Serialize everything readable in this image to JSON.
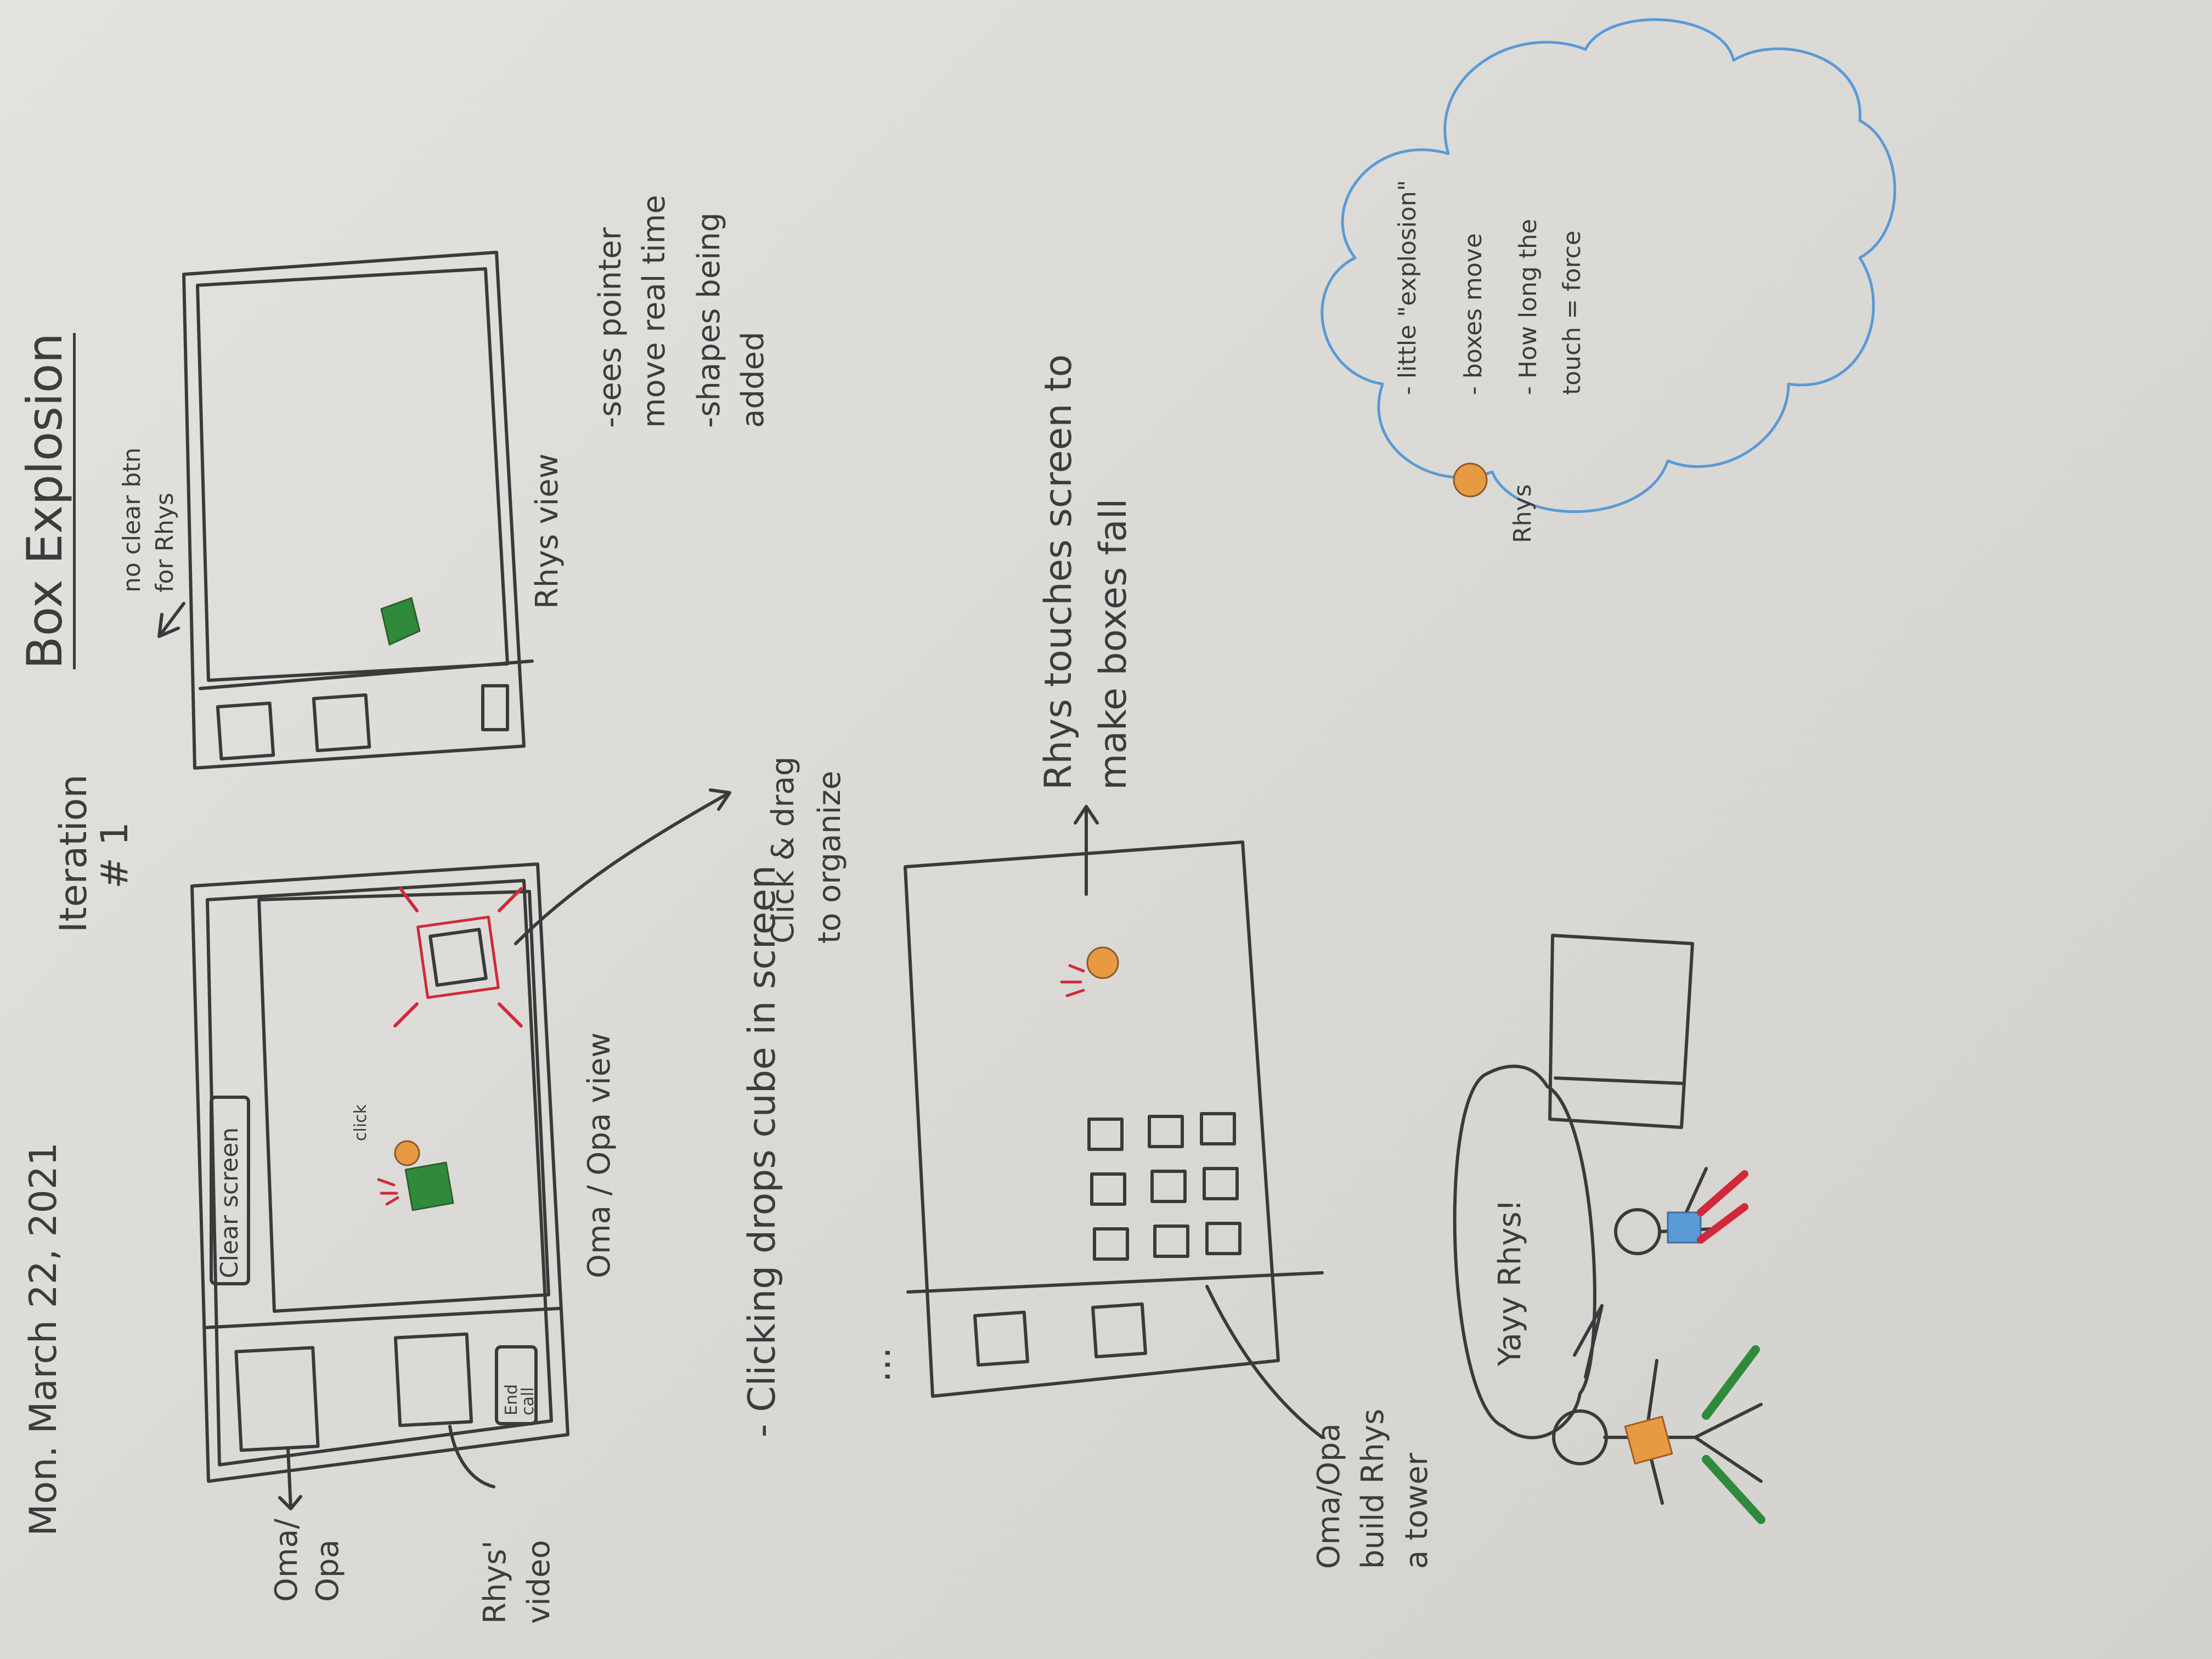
{
  "header": {
    "date": "Mon. March 22, 2021",
    "iteration": "Iteration",
    "iteration_no": "# 1",
    "title": "Box Explosion"
  },
  "sketch1": {
    "clear_button": "Clear screen",
    "end_call_line1": "End",
    "end_call_line2": "call",
    "click_text": "click",
    "view_label": "Oma / Opa view",
    "note_clicking": "- Clicking drops cube in screen",
    "note_drag_line1": "Click & drag",
    "note_drag_line2": "to organize",
    "oma_label_line1": "Oma/",
    "oma_label_line2": "Opa",
    "rhys_video_line1": "Rhys'",
    "rhys_video_line2": "video"
  },
  "sketch2": {
    "view_label": "Rhys view",
    "no_clear_line1": "no clear btn",
    "no_clear_line2": "for Rhys",
    "note1_line1": "-sees pointer",
    "note1_line2": "move real time",
    "note2_line1": "-shapes being",
    "note2_line2": "added"
  },
  "ellipsis": "...",
  "sketch3": {
    "caption_line1": "Oma/Opa",
    "caption_line2": "build Rhys",
    "caption_line3": "a tower",
    "touch_line1": "Rhys touches screen to",
    "touch_line2": "make boxes fall"
  },
  "cloud": {
    "rhys_label": "Rhys",
    "note1": "- little \"explosion\"",
    "note2": "- boxes move",
    "note3_line1": "- How long the",
    "note3_line2": "touch = force"
  },
  "bubble": {
    "text": "Yayy Rhys!"
  },
  "colors": {
    "paper": "#dedcd8",
    "pencil": "#3c3c3c",
    "green": "#2e8b3e",
    "red": "#d02a3a",
    "orange": "#e8963a",
    "blue": "#5a9ad6"
  }
}
